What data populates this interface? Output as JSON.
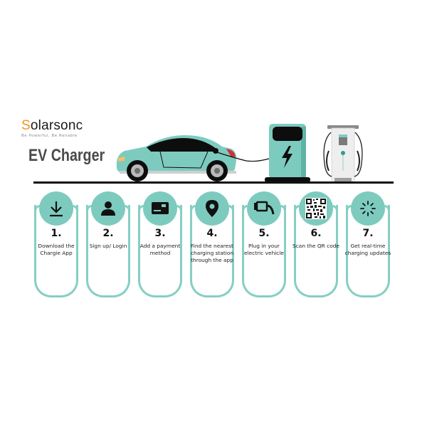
{
  "brand": {
    "name_first": "S",
    "name_rest": "olarsonc",
    "tagline": "Be Powerful, Be Reliable",
    "accent": "#f0941f"
  },
  "title": "EV Charger",
  "colors": {
    "teal": "#7dcbbf",
    "teal_outline": "#86cfc3",
    "dark": "#111111"
  },
  "illustration": {
    "car": "electric-car",
    "charger_left": "charging-station-bolt",
    "charger_right": "dual-cable-dc-charger"
  },
  "steps": [
    {
      "number": "1.",
      "icon": "download-icon",
      "text": "Download the Chargie App"
    },
    {
      "number": "2.",
      "icon": "user-icon",
      "text": "Sign up/ Login"
    },
    {
      "number": "3.",
      "icon": "credit-card-icon",
      "text": "Add a payment method"
    },
    {
      "number": "4.",
      "icon": "map-pin-icon",
      "text": "Find the nearest charging station through the app"
    },
    {
      "number": "5.",
      "icon": "plug-icon",
      "text": "Plug in your electric vehicle"
    },
    {
      "number": "6.",
      "icon": "qr-code-icon",
      "text": "Scan the QR code"
    },
    {
      "number": "7.",
      "icon": "loading-icon",
      "text": "Get real-time charging updates"
    }
  ]
}
